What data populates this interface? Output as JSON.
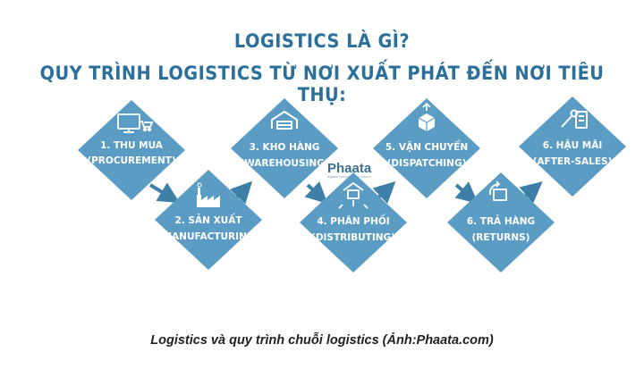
{
  "title": "LOGISTICS LÀ GÌ?",
  "subtitle": "QUY TRÌNH LOGISTICS TỪ NƠI XUẤT PHÁT ĐẾN NƠI TIÊU THỤ:",
  "colors": {
    "diamond": "#5a9cc4",
    "arrow": "#3e7fa8",
    "title": "#2b6f9b",
    "icon": "#ffffff"
  },
  "steps": [
    {
      "line1": "1. THU MUA",
      "line2": "(PROCUREMENT)",
      "icon": "computer-cart-icon"
    },
    {
      "line1": "2. SẢN XUẤT",
      "line2": "(MANUFACTURING)",
      "icon": "factory-icon"
    },
    {
      "line1": "3. KHO HÀNG",
      "line2": "(WAREHOUSING)",
      "icon": "warehouse-icon"
    },
    {
      "line1": "4. PHÂN PHỐI",
      "line2": "(DISTRIBUTING)",
      "icon": "distribution-icon"
    },
    {
      "line1": "5. VẬN CHUYỂN",
      "line2": "(DISPATCHING)",
      "icon": "package-icon"
    },
    {
      "line1": "6. TRẢ HÀNG",
      "line2": "(RETURNS)",
      "icon": "return-icon"
    },
    {
      "line1": "6. HẬU MÃI",
      "line2": "(AFTER-SALES)",
      "icon": "tools-icon"
    }
  ],
  "watermark": {
    "brand": "Phaata",
    "tagline": "logistics marketplace & network"
  },
  "caption": "Logistics và quy trình chuỗi logistics (Ảnh:Phaata.com)"
}
